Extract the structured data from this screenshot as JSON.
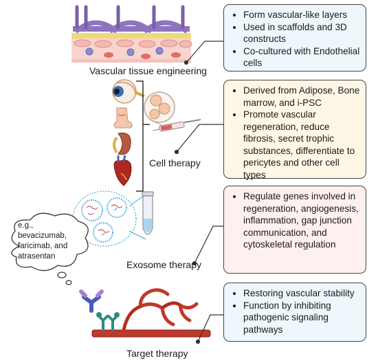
{
  "sections": [
    {
      "label": "Vascular tissue engineering",
      "bullets": [
        "Form vascular-like layers",
        "Used in scaffolds and 3D constructs",
        "Co-cultured with Endothelial cells"
      ],
      "box_color": "#eef7fb"
    },
    {
      "label": "Cell therapy",
      "bullets": [
        "Derived from Adipose, Bone marrow, and i-PSC",
        "Promote vascular regeneration, reduce fibrosis, secret trophic substances, differentiate to pericytes and other cell types"
      ],
      "box_color": "#fff7e6"
    },
    {
      "label": "Exosome therapy",
      "bullets": [
        "Regulate genes involved in regeneration, angiogenesis, inflammation, gap junction communication, and cytoskeletal regulation"
      ],
      "box_color": "#fdf0ef"
    },
    {
      "label": "Target therapy",
      "bullets": [
        "Restoring vascular stability",
        "Function by inhibiting pathogenic signaling pathways"
      ],
      "box_color": "#eef7fb"
    }
  ],
  "cloud": {
    "lines": [
      "e.g.,",
      "bevacizumab,",
      "faricimab, and",
      "atrasentan"
    ]
  },
  "illustrations": {
    "tissue": "vascular-tissue-layers-icon",
    "organs": [
      "eye-icon",
      "foot-icon",
      "kidney-icon",
      "heart-icon"
    ],
    "cells": "stem-cell-petri-dish-icon",
    "syringe": "syringe-icon",
    "exosome": "exosome-vesicles-icon",
    "tube": "microcentrifuge-tube-icon",
    "antibody": "antibody-icon",
    "vessel": "blood-vessel-network-icon"
  },
  "colors": {
    "purple": "#7b5ea7",
    "cell_pink": "#f4c9c9",
    "red": "#c0392b",
    "teal": "#2e8b7a",
    "line": "#333333"
  }
}
